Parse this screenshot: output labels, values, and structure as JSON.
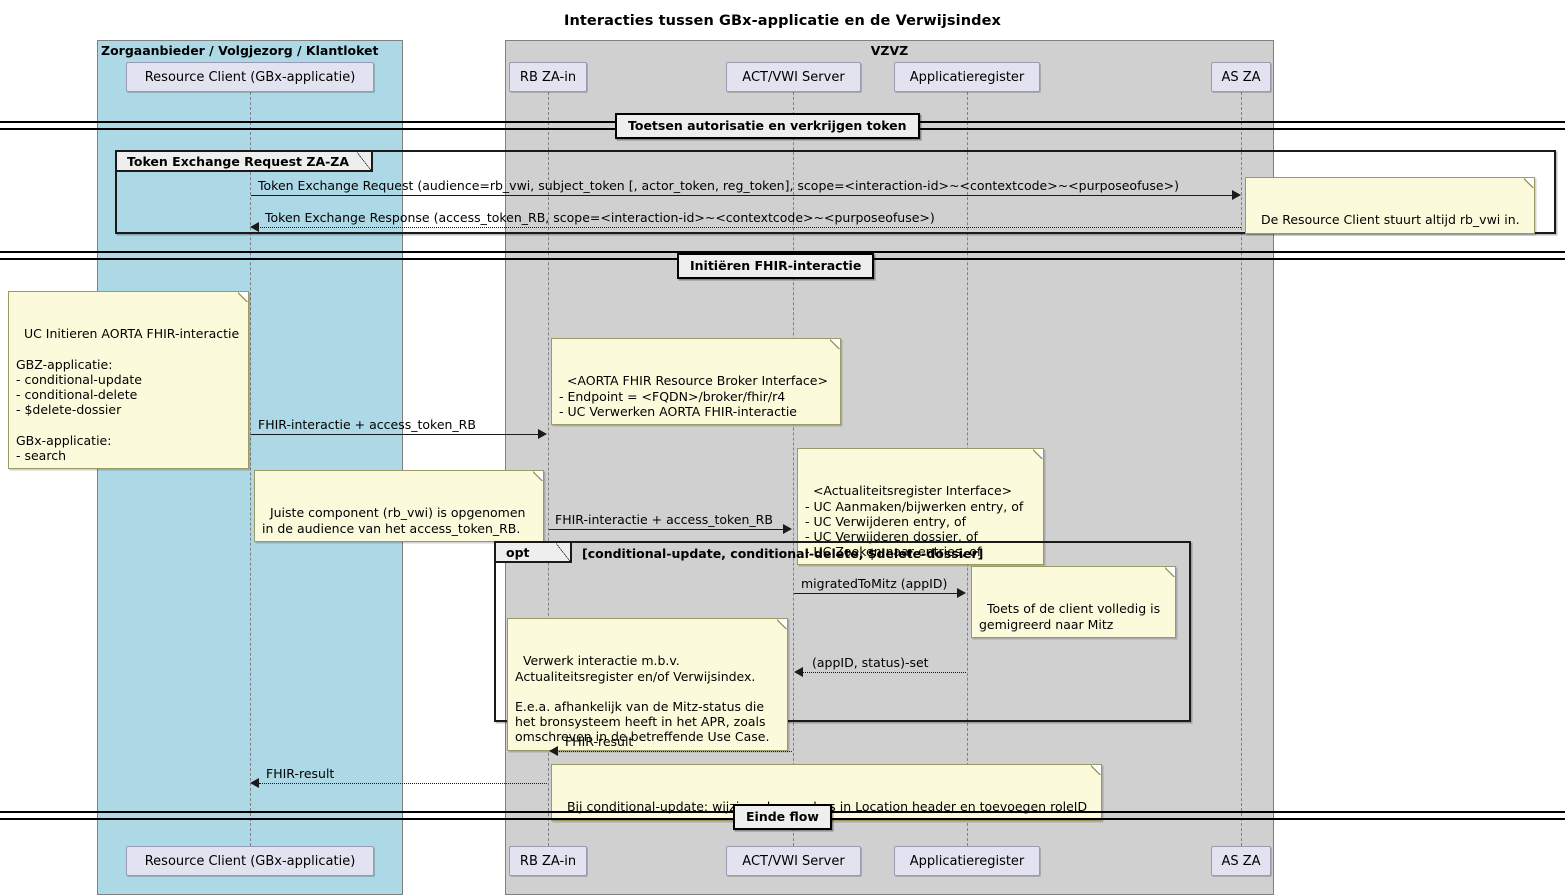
{
  "title": "Interacties tussen GBx-applicatie en de Verwijsindex",
  "groups": [
    {
      "id": "zorgaanbieder",
      "label": "Zorgaanbieder / Volgjezorg / Klantloket",
      "color": "#ADD8E6"
    },
    {
      "id": "vzvz",
      "label": "VZVZ",
      "color": "#D0D0D0"
    }
  ],
  "participants": [
    {
      "id": "resource-client",
      "label": "Resource Client (GBx-applicatie)",
      "group": "zorgaanbieder"
    },
    {
      "id": "rb-za-in",
      "label": "RB ZA-in",
      "group": "vzvz"
    },
    {
      "id": "act-vwi-server",
      "label": "ACT/VWI Server",
      "group": "vzvz"
    },
    {
      "id": "applicatieregister",
      "label": "Applicatieregister",
      "group": "vzvz"
    },
    {
      "id": "as-za",
      "label": "AS ZA",
      "group": "vzvz"
    }
  ],
  "dividers": [
    {
      "id": "toetsen",
      "label": "Toetsen autorisatie en verkrijgen token"
    },
    {
      "id": "initieren",
      "label": "Initiëren FHIR-interactie"
    },
    {
      "id": "einde",
      "label": "Einde flow"
    }
  ],
  "frames": [
    {
      "id": "token-exchange",
      "type": "group",
      "label": "Token Exchange Request ZA-ZA",
      "condition": ""
    },
    {
      "id": "opt-block",
      "type": "opt",
      "label": "opt",
      "condition": "[conditional-update, conditional-delete, $delete-dossier]"
    }
  ],
  "messages": [
    {
      "id": "m1",
      "label": "Token Exchange Request (audience=rb_vwi, subject_token [, actor_token, reg_token], scope=<interaction-id>~<contextcode>~<purposeofuse>)",
      "style": "solid",
      "direction": "right"
    },
    {
      "id": "m2",
      "label": "Token Exchange Response (access_token_RB, scope=<interaction-id>~<contextcode>~<purposeofuse>)",
      "style": "dotted",
      "direction": "left"
    },
    {
      "id": "m3",
      "label": "FHIR-interactie + access_token_RB",
      "style": "solid",
      "direction": "right"
    },
    {
      "id": "m4",
      "label": "FHIR-interactie + access_token_RB",
      "style": "solid",
      "direction": "right"
    },
    {
      "id": "m5",
      "label": "migratedToMitz (appID)",
      "style": "solid",
      "direction": "right"
    },
    {
      "id": "m6",
      "label": "(appID, status)-set",
      "style": "dotted",
      "direction": "left"
    },
    {
      "id": "m7",
      "label": "FHIR-result",
      "style": "dotted",
      "direction": "left"
    },
    {
      "id": "m8",
      "label": "FHIR-result",
      "style": "dotted",
      "direction": "left"
    }
  ],
  "notes": [
    {
      "id": "note-rb-vwi",
      "text": "De Resource Client stuurt altijd rb_vwi in."
    },
    {
      "id": "note-uc-initieren",
      "text": "UC Initieren AORTA FHIR-interactie\n\nGBZ-applicatie:\n- conditional-update\n- conditional-delete\n- $delete-dossier\n\nGBx-applicatie:\n- search"
    },
    {
      "id": "note-broker-interface",
      "text": "<AORTA FHIR Resource Broker Interface>\n- Endpoint = <FQDN>/broker/fhir/r4\n- UC Verwerken AORTA FHIR-interactie"
    },
    {
      "id": "note-actualiteitsregister",
      "text": "<Actualiteitsregister Interface>\n- UC Aanmaken/bijwerken entry, of\n- UC Verwijderen entry, of\n- UC Verwijderen dossier, of\n- UC Zoeken naar entries, of"
    },
    {
      "id": "note-juiste-component",
      "text": "Juiste component (rb_vwi) is opgenomen\nin de audience van het access_token_RB."
    },
    {
      "id": "note-mitz-toets",
      "text": "Toets of de client volledig is\ngemigreerd naar Mitz"
    },
    {
      "id": "note-verwerk-interactie",
      "text": "Verwerk interactie m.b.v.\nActualiteitsregister en/of Verwijsindex.\n\nE.e.a. afhankelijk van de Mitz-status die\nhet bronsysteem heeft in het APR, zoals\nomschreven in de betreffende Use Case."
    },
    {
      "id": "note-location-header",
      "text": "Bij conditional-update: wijzigen base-adres in Location header en toevoegen roleID"
    }
  ],
  "colors": {
    "group_zorgaanbieder": "#ADD8E6",
    "group_vzvz": "#D0D0D0",
    "participant_fill": "#E2E2F0",
    "note_fill": "#FBFBDC",
    "divider_fill": "#EEEEEE",
    "line": "#1A1A1A"
  }
}
